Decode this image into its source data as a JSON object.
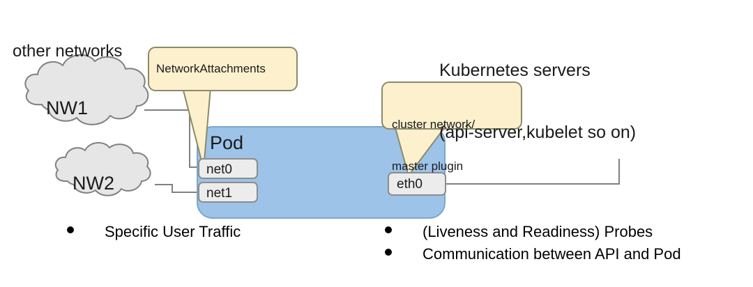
{
  "diagram": {
    "title_lines": [
      "Kubernetes servers",
      "(api-server,kubelet so on)"
    ],
    "other_networks_label": "other networks",
    "pod_label": "Pod",
    "clouds": [
      {
        "label": "NW1"
      },
      {
        "label": "NW2"
      }
    ],
    "callouts": [
      {
        "id": "network-attachments",
        "text": "NetworkAttachments"
      },
      {
        "id": "cluster-network",
        "lines": [
          "cluster network/",
          "master plugin"
        ]
      }
    ],
    "interfaces": {
      "left": [
        {
          "label": "net0"
        },
        {
          "label": "net1"
        }
      ],
      "right": [
        {
          "label": "eth0"
        }
      ]
    },
    "bullets_left": [
      "Specific User Traffic"
    ],
    "bullets_right": [
      "(Liveness and Readiness) Probes",
      "Communication between API and Pod"
    ],
    "colors": {
      "pod_fill": "#9dc3e8",
      "pod_stroke": "#7ba7cc",
      "callout_fill": "#fcf0cd",
      "callout_stroke": "#8a8a6a",
      "cloud_fill": "#e6e6e6",
      "cloud_stroke": "#808080",
      "iface_fill": "#ececec",
      "iface_stroke": "#8c8c8c",
      "line_stroke": "#808080",
      "text": "#1a1a1a"
    }
  }
}
